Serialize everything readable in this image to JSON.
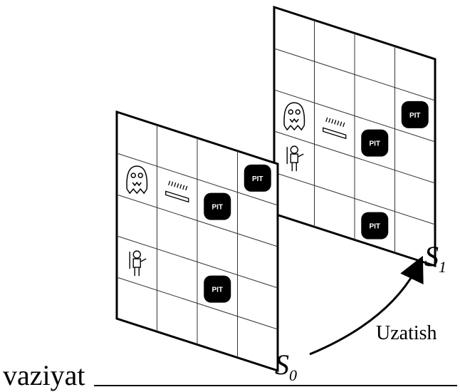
{
  "caption": {
    "word": "vaziyat"
  },
  "transition": {
    "label": "Uzatish"
  },
  "states": [
    {
      "name": "S",
      "subscript": "0",
      "pits": [
        [
          3,
          0
        ],
        [
          2,
          1
        ],
        [
          2,
          3
        ]
      ],
      "wumpus": [
        0,
        1
      ],
      "gold": [
        1,
        1
      ],
      "agent": [
        0,
        3
      ]
    },
    {
      "name": "S",
      "subscript": "1",
      "pits": [
        [
          3,
          1
        ],
        [
          2,
          2
        ],
        [
          2,
          4
        ]
      ],
      "wumpus": [
        0,
        2
      ],
      "gold": [
        1,
        2
      ],
      "agent": [
        0,
        3
      ]
    }
  ],
  "icons": {
    "pit": "PIT"
  }
}
